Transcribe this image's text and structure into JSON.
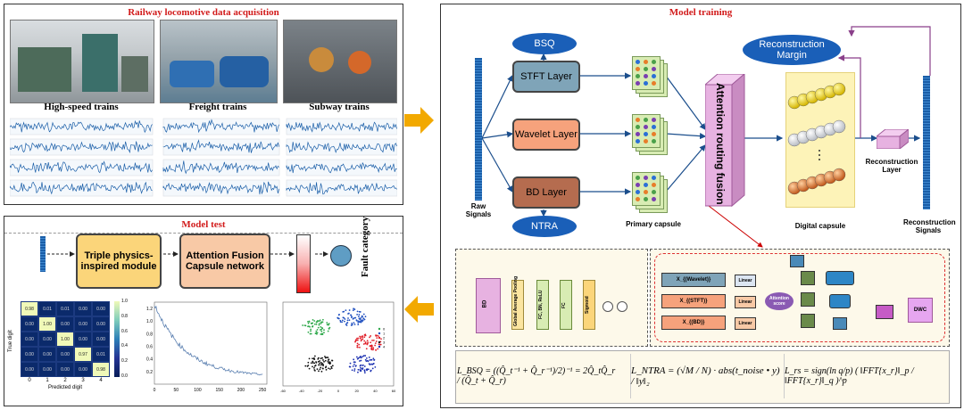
{
  "acquisition": {
    "title": "Railway locomotive data acquisition",
    "trains": [
      {
        "label": "High-speed trains"
      },
      {
        "label": "Freight trains"
      },
      {
        "label": "Subway trains"
      }
    ]
  },
  "model_test": {
    "title": "Model test",
    "module1": "Triple physics-inspired module",
    "module2": "Attention Fusion Capsule network",
    "fault_label": "Fault category",
    "confusion": {
      "cells": [
        [
          "0.98",
          "0.01",
          "0.01",
          "0.00",
          "0.00"
        ],
        [
          "0.00",
          "1.00",
          "0.00",
          "0.00",
          "0.00"
        ],
        [
          "0.00",
          "0.00",
          "1.00",
          "0.00",
          "0.00"
        ],
        [
          "0.00",
          "0.00",
          "0.00",
          "0.97",
          "0.01"
        ],
        [
          "0.00",
          "0.00",
          "0.00",
          "0.00",
          "0.98"
        ]
      ],
      "xlabel": "Predicted digit",
      "ylabel": "True digit",
      "xticks": [
        "0",
        "1",
        "2",
        "3",
        "4"
      ],
      "colorbar": [
        "1.0",
        "0.8",
        "0.6",
        "0.4",
        "0.2",
        "0.0"
      ]
    },
    "loss_xticks": [
      "0",
      "50",
      "100",
      "150",
      "200",
      "250"
    ],
    "loss_yticks": [
      "1.2",
      "1.0",
      "0.8",
      "0.6",
      "0.4",
      "0.2"
    ],
    "tsne_legend": [
      "0",
      "1",
      "2",
      "3",
      "4"
    ],
    "tsne_xticks": [
      "-60",
      "-40",
      "-20",
      "0",
      "20",
      "40",
      "60"
    ]
  },
  "training": {
    "title": "Model training",
    "raw_signals": "Raw Signals",
    "bsq": "BSQ",
    "ntra": "NTRA",
    "stft": "STFT Layer",
    "wavelet": "Wavelet Layer",
    "bd": "BD Layer",
    "primary": "Primary capsule",
    "attention": "Attention routing fusion",
    "digital": "Digital capsule",
    "recon_margin": "Reconstruction Margin",
    "recon_layer": "Reconstruction Layer",
    "recon_signals": "Reconstruction Signals",
    "detail_left": [
      "BD",
      "Global Average Pooling",
      "FC, BN, ReLU",
      "FC",
      "Sigmoid"
    ],
    "detail_right": {
      "inputs": [
        "X_{(Wavelet)}",
        "X_{(STFT)}",
        "X_{(BD)}"
      ],
      "linear": "Linear",
      "score": "Attention score",
      "out": "DWC"
    }
  },
  "formulas": {
    "bsq": "L_BSQ = ((Q̂_t⁻¹ + Q̂_r⁻¹)/2)⁻¹ = 2Q̂_tQ̂_r / (Q̂_t + Q̂_r)",
    "ntra": "L_NTRA = (√M / N) · abs(t_noise • y) / ‖y‖₂",
    "rs": "L_rs = sign(ln q/p) ( ‖FFT{x_r}‖_p / ‖FFT{x_r}‖_q )^p"
  },
  "colors": {
    "title_red": "#d21b1b",
    "arrow_orange": "#f2a900",
    "signal_blue": "#1a5ea8"
  }
}
